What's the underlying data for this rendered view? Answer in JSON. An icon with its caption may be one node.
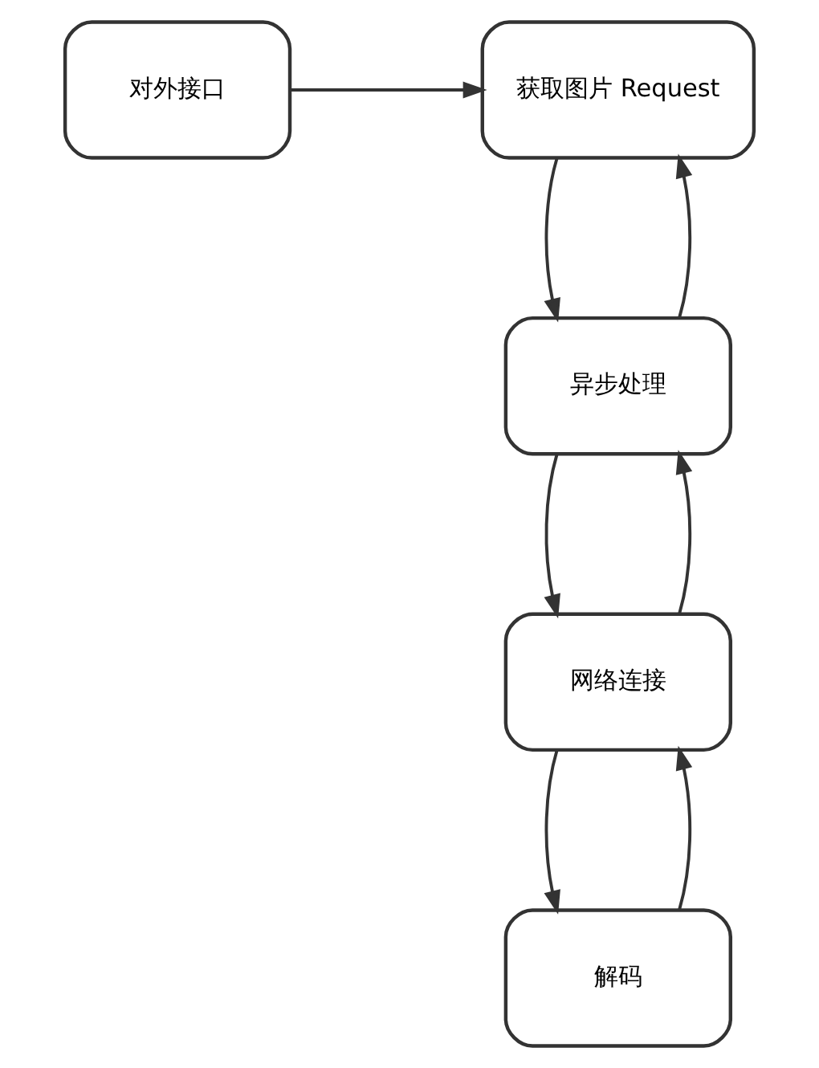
{
  "diagram": {
    "nodes": [
      {
        "text": [
          "对外接口"
        ]
      },
      {
        "text": [
          "获取图片 Request"
        ]
      },
      {
        "text": [
          "异步处理"
        ]
      },
      {
        "text": [
          "网络连接"
        ]
      },
      {
        "text": [
          "解码"
        ]
      }
    ],
    "edges": [
      {
        "from": 0,
        "to": 1,
        "arrow": "to"
      },
      {
        "from": 1,
        "to": 2,
        "arrow": "to"
      },
      {
        "from": 2,
        "to": 1,
        "arrow": "to"
      },
      {
        "from": 2,
        "to": 3,
        "arrow": "to"
      },
      {
        "from": 3,
        "to": 2,
        "arrow": "to"
      },
      {
        "from": 3,
        "to": 4,
        "arrow": "to"
      },
      {
        "from": 4,
        "to": 3,
        "arrow": "to"
      }
    ]
  }
}
